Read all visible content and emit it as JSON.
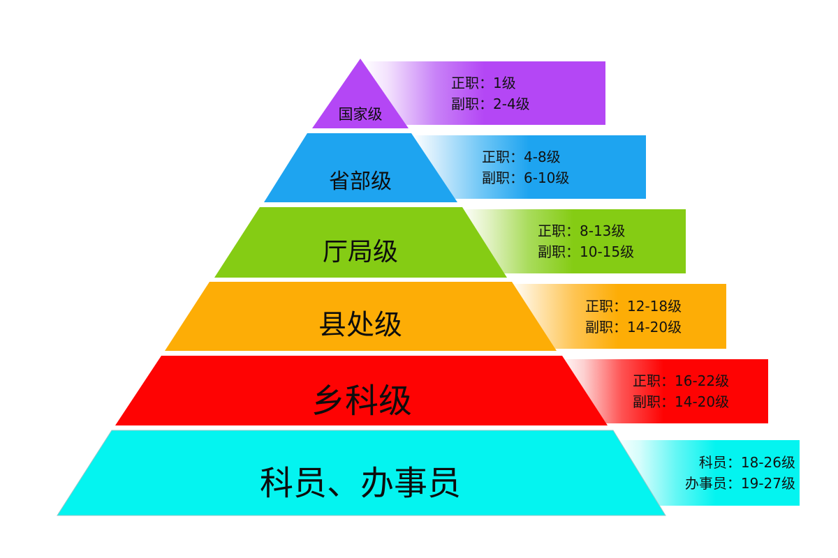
{
  "diagram": {
    "type": "pyramid",
    "tiers": [
      {
        "name": "国家级",
        "color": "#b447f5",
        "lines": [
          "正职：1级",
          "副职：2-4级"
        ]
      },
      {
        "name": "省部级",
        "color": "#1ea4f0",
        "lines": [
          "正职：4-8级",
          "副职：6-10级"
        ]
      },
      {
        "name": "厅局级",
        "color": "#85cc14",
        "lines": [
          "正职：8-13级",
          "副职：10-15级"
        ]
      },
      {
        "name": "县处级",
        "color": "#fdad06",
        "lines": [
          "正职：12-18级",
          "副职：14-20级"
        ]
      },
      {
        "name": "乡科级",
        "color": "#fe0303",
        "lines": [
          "正职：16-22级",
          "副职：14-20级"
        ]
      },
      {
        "name": "科员、办事员",
        "color": "#04f4f0",
        "lines": [
          "科员：18-26级",
          "办事员：19-27级"
        ]
      }
    ]
  }
}
